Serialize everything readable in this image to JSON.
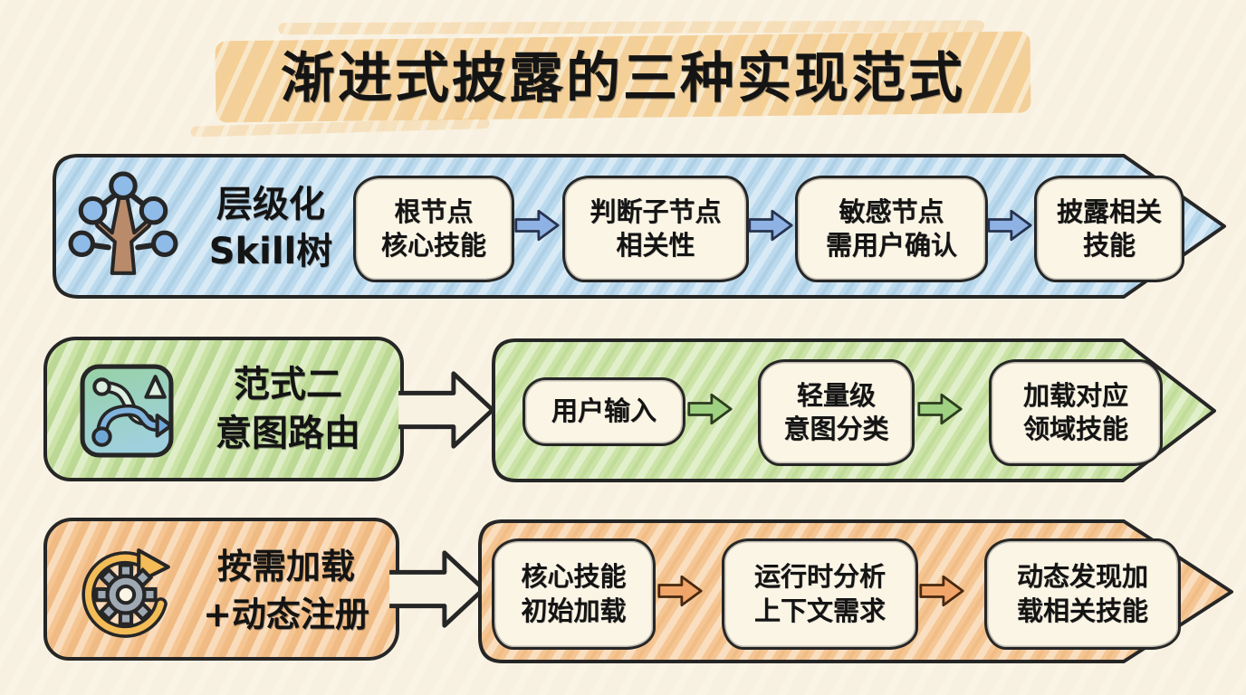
{
  "title": {
    "text": "渐进式披露的三种实现范式",
    "highlight_color": "#f2bb68"
  },
  "colors": {
    "background": "#f8f1e1",
    "ink": "#262626",
    "step_box_fill": "#fbf5e6"
  },
  "bands": [
    {
      "name": "hierarchical-skill-tree",
      "label": "层级化\nSkill树",
      "icon": "skill-tree-icon",
      "fill": "#bcdaee",
      "arrow_fill": "#8fb2e4",
      "arrow_stroke": "#26324e",
      "steps": [
        "根节点\n核心技能",
        "判断子节点\n相关性",
        "敏感节点\n需用户确认",
        "披露相关\n技能"
      ]
    },
    {
      "name": "intent-routing",
      "label": "范式二\n意图路由",
      "icon": "intent-route-icon",
      "fill": "#cbe3a6",
      "arrow_fill": "#9ed182",
      "arrow_stroke": "#2c3b1e",
      "steps": [
        "用户输入",
        "轻量级\n意图分类",
        "加载对应\n领域技能"
      ]
    },
    {
      "name": "on-demand-load-dynamic-register",
      "label": "按需加载\n+动态注册",
      "icon": "gear-refresh-icon",
      "fill": "#f5c693",
      "arrow_fill": "#f2a569",
      "arrow_stroke": "#47280f",
      "steps": [
        "核心技能\n初始加载",
        "运行时分析\n上下文需求",
        "动态发现加\n载相关技能"
      ]
    }
  ]
}
